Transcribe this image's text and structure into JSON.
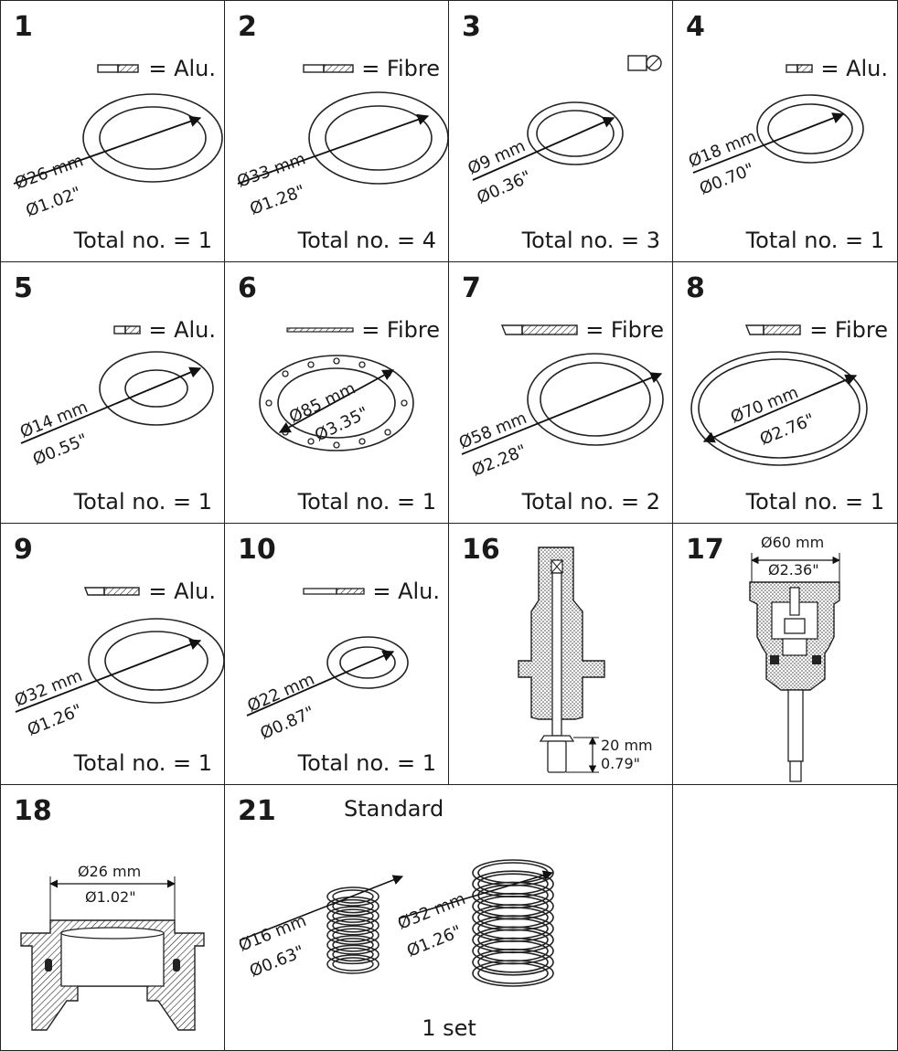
{
  "cells": {
    "c1": {
      "number": "1",
      "material": "= Alu.",
      "d_mm": "Ø26 mm",
      "d_in": "Ø1.02\"",
      "total": "Total no. = 1"
    },
    "c2": {
      "number": "2",
      "material": "= Fibre",
      "d_mm": "Ø33 mm",
      "d_in": "Ø1.28\"",
      "total": "Total no. = 4"
    },
    "c3": {
      "number": "3",
      "material": "",
      "d_mm": "Ø9 mm",
      "d_in": "Ø0.36\"",
      "total": "Total no. = 3"
    },
    "c4": {
      "number": "4",
      "material": "= Alu.",
      "d_mm": "Ø18 mm",
      "d_in": "Ø0.70\"",
      "total": "Total no. = 1"
    },
    "c5": {
      "number": "5",
      "material": "= Alu.",
      "d_mm": "Ø14 mm",
      "d_in": "Ø0.55\"",
      "total": "Total no. = 1"
    },
    "c6": {
      "number": "6",
      "material": "= Fibre",
      "d_mm": "Ø85 mm",
      "d_in": "Ø3.35\"",
      "total": "Total no. = 1"
    },
    "c7": {
      "number": "7",
      "material": "= Fibre",
      "d_mm": "Ø58 mm",
      "d_in": "Ø2.28\"",
      "total": "Total no. = 2"
    },
    "c8": {
      "number": "8",
      "material": "= Fibre",
      "d_mm": "Ø70 mm",
      "d_in": "Ø2.76\"",
      "total": "Total no. = 1"
    },
    "c9": {
      "number": "9",
      "material": "= Alu.",
      "d_mm": "Ø32 mm",
      "d_in": "Ø1.26\"",
      "total": "Total no. = 1"
    },
    "c10": {
      "number": "10",
      "material": "= Alu.",
      "d_mm": "Ø22 mm",
      "d_in": "Ø0.87\"",
      "total": "Total no. = 1"
    },
    "c16": {
      "number": "16",
      "len_mm": "20 mm",
      "len_in": "0.79\""
    },
    "c17": {
      "number": "17",
      "d_mm": "Ø60 mm",
      "d_in": "Ø2.36\""
    },
    "c18": {
      "number": "18",
      "d_mm": "Ø26 mm",
      "d_in": "Ø1.02\""
    },
    "c21": {
      "number": "21",
      "heading": "Standard",
      "small_mm": "Ø16 mm",
      "small_in": "Ø0.63\"",
      "large_mm": "Ø32 mm",
      "large_in": "Ø1.26\"",
      "set": "1 set"
    }
  },
  "icons": {
    "cross_section": "hatched-gasket-profile-icon",
    "wire": "round-wire-profile-icon",
    "spring": "coil-spring-icon"
  }
}
